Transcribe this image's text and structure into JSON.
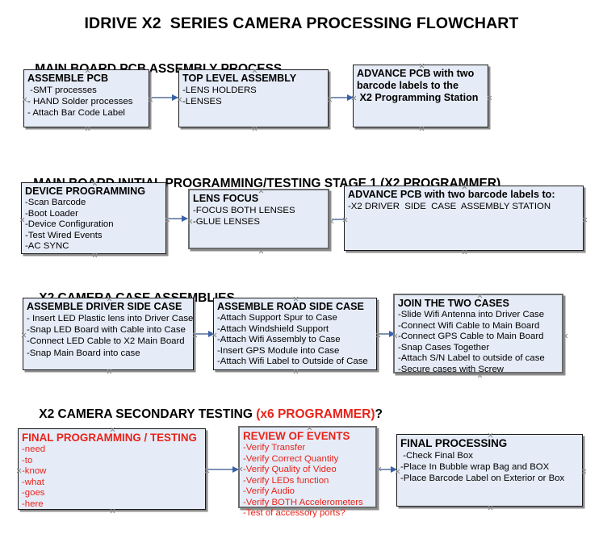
{
  "title": "IDRIVE X2  SERIES CAMERA PROCESSING FLOWCHART",
  "colors": {
    "box_fill": "#e6ecf7",
    "box_border": "#1a1a1a",
    "accent_red": "#e8231a",
    "arrow": "#7d93b5",
    "arrow_head": "#3a62a8"
  },
  "sections": [
    {
      "heading": "MAIN BOARD PCB ASSEMBLY PROCESS",
      "heading_red": "",
      "heading_suffix": "",
      "boxes": [
        {
          "title": "ASSEMBLE PCB",
          "lines": [
            " -SMT processes",
            "- HAND Solder processes",
            "- Attach Bar Code Label"
          ]
        },
        {
          "title": "TOP LEVEL ASSEMBLY",
          "lines": [
            "-LENS HOLDERS",
            "-LENSES"
          ]
        },
        {
          "title": "ADVANCE PCB with two",
          "lines": [
            "barcode labels to the",
            " X2 Programming Station"
          ]
        }
      ]
    },
    {
      "heading": "MAIN BOARD INITIAL PROGRAMMING/TESTING STAGE 1 (X2 PROGRAMMER)",
      "heading_red": "",
      "heading_suffix": "",
      "boxes": [
        {
          "title": "DEVICE PROGRAMMING",
          "lines": [
            "-Scan Barcode",
            "-Boot Loader",
            "-Device Configuration",
            "-Test Wired Events",
            "-AC SYNC"
          ]
        },
        {
          "title": "LENS FOCUS",
          "lines": [
            "-FOCUS BOTH LENSES",
            "-GLUE LENSES"
          ]
        },
        {
          "title": "ADVANCE PCB with two barcode labels to:",
          "lines": [
            "-X2 DRIVER  SIDE  CASE  ASSEMBLY STATION"
          ]
        }
      ]
    },
    {
      "heading": "X2 CAMERA CASE ASSEMBLIES",
      "heading_red": "",
      "heading_suffix": "",
      "boxes": [
        {
          "title": "ASSEMBLE DRIVER SIDE CASE",
          "lines": [
            "- Insert LED Plastic lens into Driver Case",
            "-Snap LED Board with Cable into Case",
            "-Connect LED Cable to X2 Main Board",
            "-Snap Main Board into case"
          ]
        },
        {
          "title": "ASSEMBLE ROAD SIDE CASE",
          "lines": [
            "-Attach Support Spur to Case",
            "-Attach Windshield Support",
            "-Attach Wifi Assembly to Case",
            "-Insert GPS Module into Case",
            "-Attach Wifi Label to Outside of Case"
          ]
        },
        {
          "title": "JOIN THE TWO CASES",
          "lines": [
            "-Slide Wifi Antenna into Driver Case",
            "-Connect Wifi Cable to Main Board",
            "-Connect GPS Cable to Main Board",
            "-Snap Cases Together",
            "-Attach S/N Label to outside of case",
            "-Secure cases with Screw"
          ]
        }
      ]
    },
    {
      "heading": "X2 CAMERA SECONDARY TESTING ",
      "heading_red": "(x6 PROGRAMMER)",
      "heading_suffix": "?",
      "boxes": [
        {
          "title": "FINAL PROGRAMMING / TESTING",
          "lines": [
            "-need",
            "-to",
            "-know",
            "-what",
            "-goes",
            "-here"
          ]
        },
        {
          "title": "REVIEW OF EVENTS",
          "lines": [
            "-Verify Transfer",
            "-Verify Correct Quantity",
            "-Verify Quality of Video",
            "-Verify LEDs function",
            "-Verify Audio",
            "-Verify BOTH Accelerometers"
          ],
          "overflow_line": "-Test of accessory ports?"
        },
        {
          "title": "FINAL PROCESSING",
          "lines": [
            " -Check Final Box",
            "-Place In Bubble wrap Bag and BOX",
            "-Place Barcode Label on Exterior or Box"
          ]
        }
      ]
    }
  ]
}
